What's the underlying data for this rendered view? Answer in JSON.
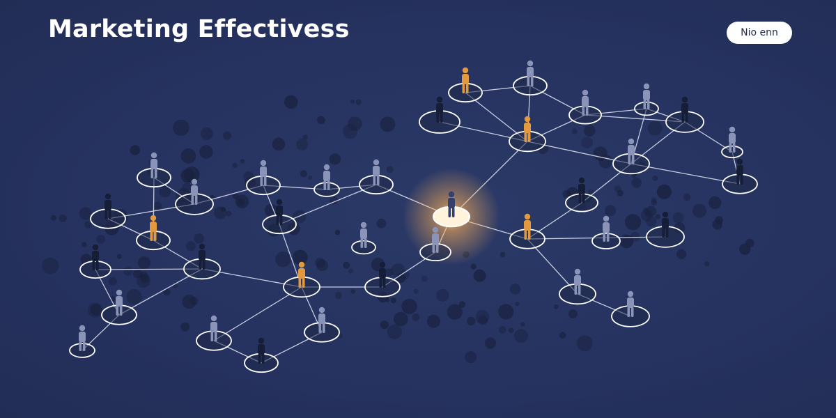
{
  "header": {
    "title": "Marketing Effectivess",
    "action_label": "Nio enn"
  },
  "colors": {
    "background": "#27335c",
    "link_line": "#e4e8f5",
    "node_ring": "#ffffff",
    "person_highlight": "#e39a3e",
    "person_default": "#8a93b8",
    "person_dark": "#161d36",
    "hub_glow": "#ffb257"
  },
  "network": {
    "hub_icon": "glowing-hub-node",
    "node_icon": "person-on-ring-icon"
  }
}
